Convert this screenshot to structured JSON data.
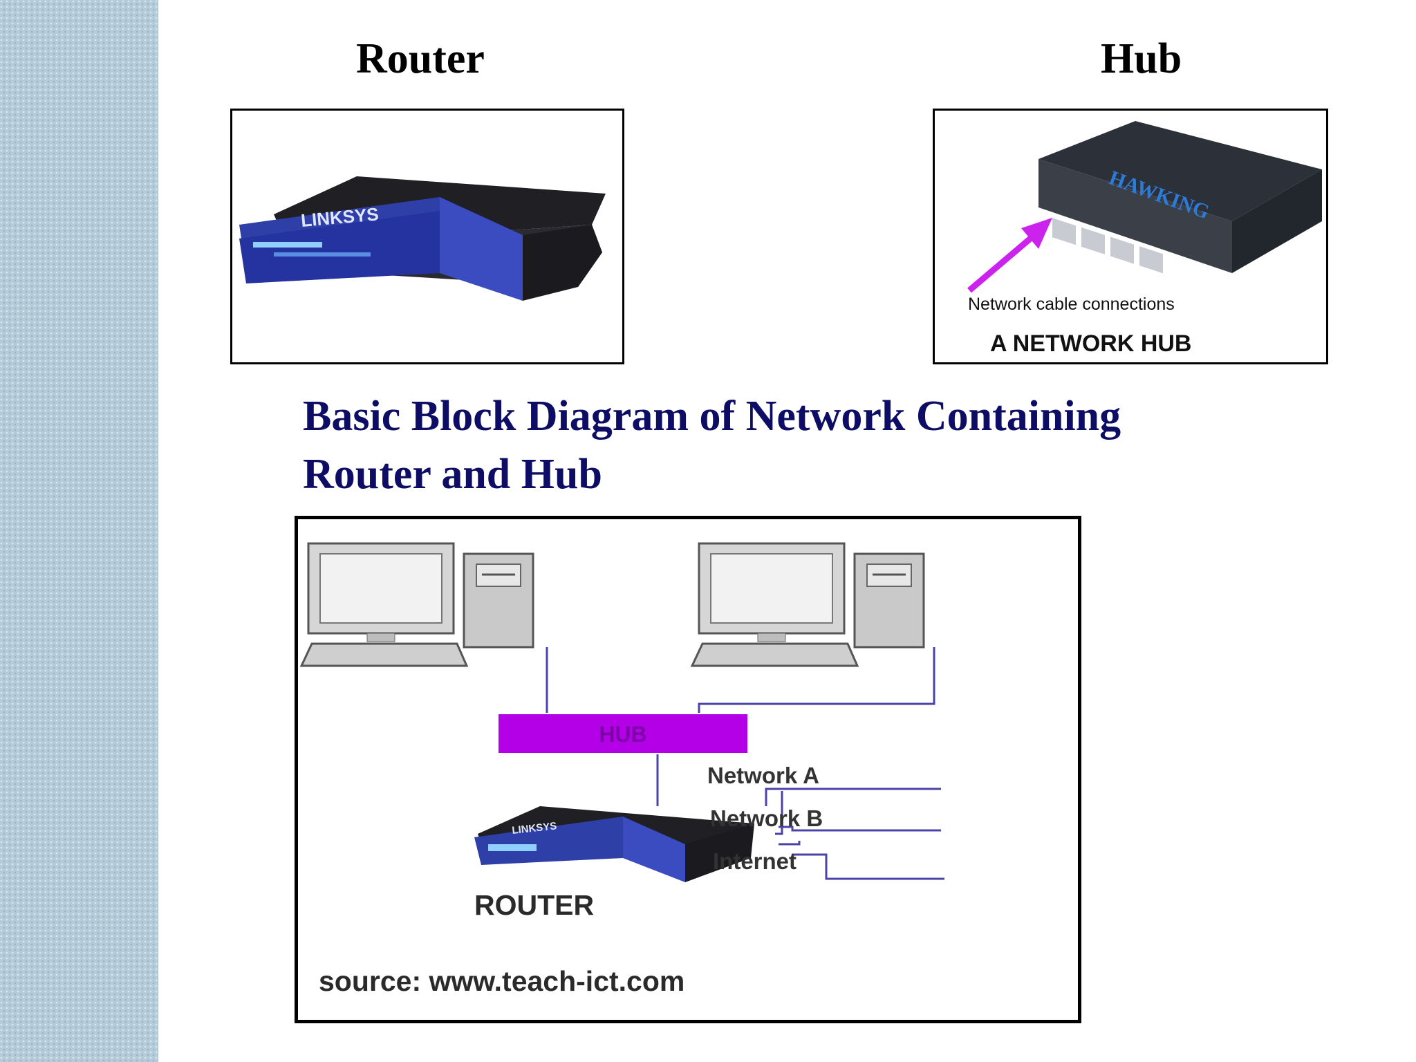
{
  "slide": {
    "router_heading": "Router",
    "hub_heading": "Hub",
    "title_line1": "Basic Block Diagram of Network Containing",
    "title_line2": "Router and Hub"
  },
  "router_photo": {
    "brand": "LINKSYS",
    "icon": "router-device-icon"
  },
  "hub_photo": {
    "brand": "HAWKING",
    "annotation": "Network cable connections",
    "caption": "A NETWORK HUB",
    "icon": "hub-device-icon"
  },
  "diagram": {
    "hub_label": "HUB",
    "router_label": "ROUTER",
    "router_brand": "LINKSYS",
    "connections": [
      "Network A",
      "Network B",
      "Internet"
    ],
    "source": "source: www.teach-ict.com"
  },
  "colors": {
    "title": "#0d0d66",
    "hub_block": "#b400e6",
    "router_blue": "#2f3fa8",
    "arrow": "#cc22ee",
    "cable": "#4a44a8"
  }
}
